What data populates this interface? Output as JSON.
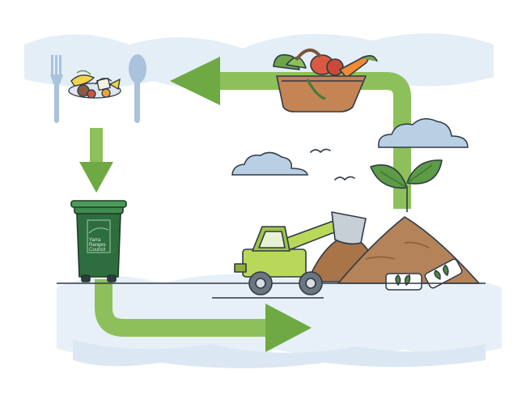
{
  "bin": {
    "label_lines": [
      "Yarra",
      "Ranges",
      "Council"
    ]
  },
  "colors": {
    "arrow_green": "#8dc05a",
    "arrow_green_dark": "#5f9c3a",
    "bin_green": "#2e6e3e",
    "bin_lid": "#3f8d4e",
    "cloud": "#e4eef7",
    "cloud_dark": "#b9cfe4",
    "soil": "#b4835a",
    "soil_dark": "#8a5e3a",
    "machine": "#b9d85a",
    "outline": "#2f3a45",
    "cutlery": "#a9c3dc"
  },
  "icons": [
    "fork-icon",
    "spoon-icon",
    "food-scraps-icon",
    "vegetable-basket-icon",
    "seedling-icon",
    "bird-icon",
    "leaf-badge-icon",
    "compost-bin-icon",
    "telehandler-icon"
  ]
}
